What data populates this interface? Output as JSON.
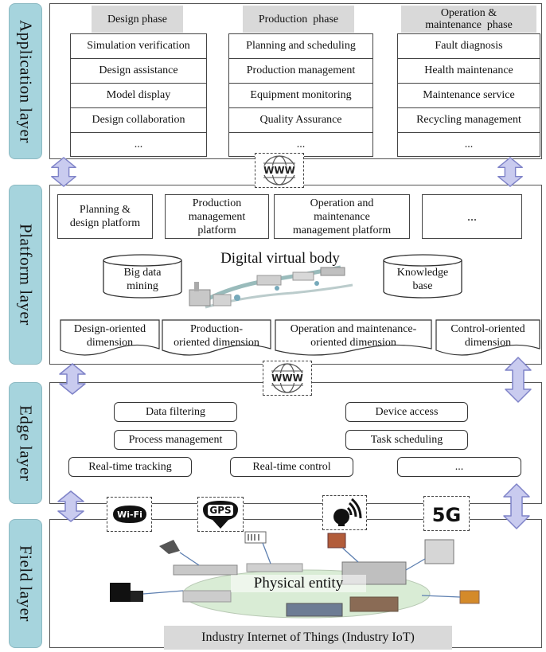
{
  "layers": {
    "application": "Application layer",
    "platform": "Platform  layer",
    "edge": "Edge layer",
    "field": "Field layer"
  },
  "application": {
    "phases": [
      {
        "header": "Design phase",
        "items": [
          "Simulation verification",
          "Design assistance",
          "Model display",
          "Design collaboration",
          "..."
        ]
      },
      {
        "header": "Production  phase",
        "items": [
          "Planning and scheduling",
          "Production management",
          "Equipment monitoring",
          "Quality Assurance",
          "..."
        ]
      },
      {
        "header_line1": "Operation &",
        "header_line2": "maintenance  phase",
        "items": [
          "Fault diagnosis",
          "Health maintenance",
          "Maintenance service",
          "Recycling management",
          "..."
        ]
      }
    ]
  },
  "platform": {
    "platforms": [
      {
        "line1": "Planning &",
        "line2": "design platform"
      },
      {
        "line1": "Production",
        "line2": "management",
        "line3": "platform"
      },
      {
        "line1": "Operation and",
        "line2": "maintenance",
        "line3": "management platform"
      },
      {
        "line1": "..."
      }
    ],
    "digital_virtual_body": "Digital virtual body",
    "big_data": {
      "line1": "Big data",
      "line2": "mining"
    },
    "knowledge": {
      "line1": "Knowledge",
      "line2": "base"
    },
    "dimensions": [
      {
        "line1": "Design-oriented",
        "line2": "dimension"
      },
      {
        "line1": "Production-",
        "line2": "oriented dimension"
      },
      {
        "line1": "Operation and maintenance-",
        "line2": "oriented dimension"
      },
      {
        "line1": "Control-oriented",
        "line2": "dimension"
      }
    ]
  },
  "edge": {
    "functions": [
      "Data filtering",
      "Device access",
      "Process management",
      "Task scheduling",
      "Real-time tracking",
      "Real-time control",
      "..."
    ]
  },
  "connectivity": {
    "www": "WWW",
    "wifi": "Wi-Fi",
    "gps": "GPS",
    "fiveg": "5G"
  },
  "field": {
    "physical_entity": "Physical entity",
    "iot_banner": "Industry Internet of Things (Industry IoT)"
  },
  "colors": {
    "layer_label_bg": "#a6d4dd",
    "arrow_fill": "#c9cbef",
    "arrow_stroke": "#7f83c8",
    "header_bg": "#d9d9d9"
  }
}
